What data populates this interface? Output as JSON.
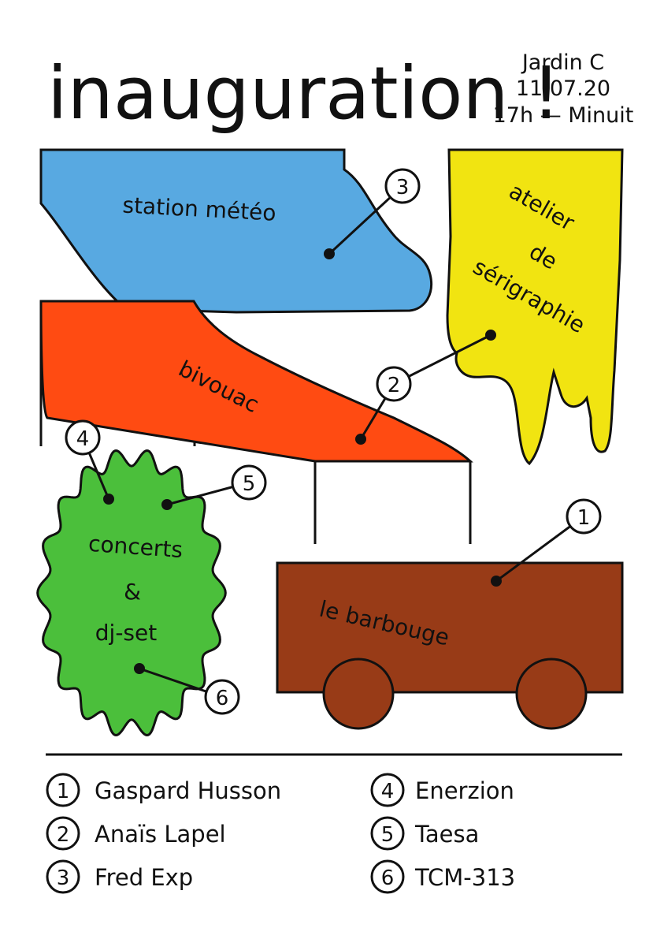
{
  "title": "inauguration !",
  "info": {
    "place": "Jardin C",
    "date": "11.07.20",
    "hours": "17h — Minuit"
  },
  "zones": {
    "meteo": "station météo",
    "atelier": [
      "atelier",
      "de",
      "sérigraphie"
    ],
    "bivouac": "bivouac",
    "concerts": [
      "concerts",
      "&",
      "dj-set"
    ],
    "barbouge": "le barbouge"
  },
  "markers": [
    "1",
    "2",
    "3",
    "4",
    "5",
    "6"
  ],
  "legend": [
    {
      "num": "1",
      "name": "Gaspard Husson"
    },
    {
      "num": "2",
      "name": "Anaïs Lapel"
    },
    {
      "num": "3",
      "name": "Fred Exp"
    },
    {
      "num": "4",
      "name": "Enerzion"
    },
    {
      "num": "5",
      "name": "Taesa"
    },
    {
      "num": "6",
      "name": "TCM-313"
    }
  ],
  "colors": {
    "blue": "#58a9e1",
    "yellow": "#f1e411",
    "orange": "#ff4b12",
    "green": "#4bbf3b",
    "brown": "#983b17"
  }
}
